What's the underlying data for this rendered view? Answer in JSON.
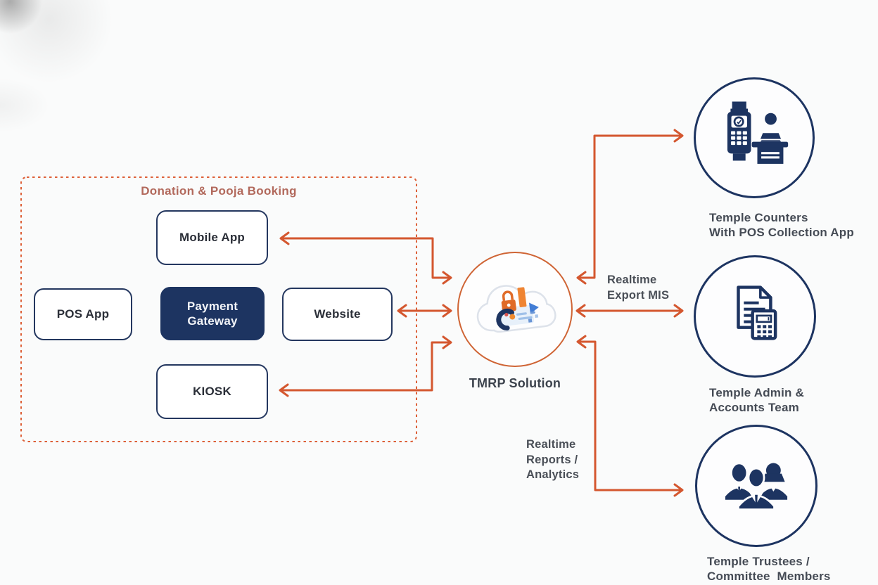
{
  "diagram": {
    "booking_group": {
      "title": "Donation & Pooja Booking",
      "boxes": {
        "mobile_app": "Mobile App",
        "pos_app": "POS App",
        "payment_gateway": "Payment Gateway",
        "website": "Website",
        "kiosk": "KIOSK"
      }
    },
    "hub": {
      "label": "TMRP Solution"
    },
    "right_nodes": [
      {
        "icon": "pos-terminal-and-cashier-icon",
        "lines": [
          "Temple Counters",
          "With POS Collection App"
        ]
      },
      {
        "icon": "document-calculator-icon",
        "lines": [
          "Temple Admin &",
          "Accounts Team"
        ]
      },
      {
        "icon": "people-group-icon",
        "lines": [
          "Temple Trustees /",
          "Committee  Members"
        ]
      }
    ],
    "connector_labels": {
      "export_mis": [
        "Realtime",
        "Export MIS"
      ],
      "reports_analytics": [
        "Realtime",
        "Reports /",
        "Analytics"
      ]
    },
    "colors": {
      "arrow_orange": "#d4572f",
      "dashed_border_orange": "#dd6038",
      "navy": "#1d3461",
      "group_title_red": "#b2695c",
      "text_dark": "#454b55",
      "background": "#fafbfb"
    }
  }
}
